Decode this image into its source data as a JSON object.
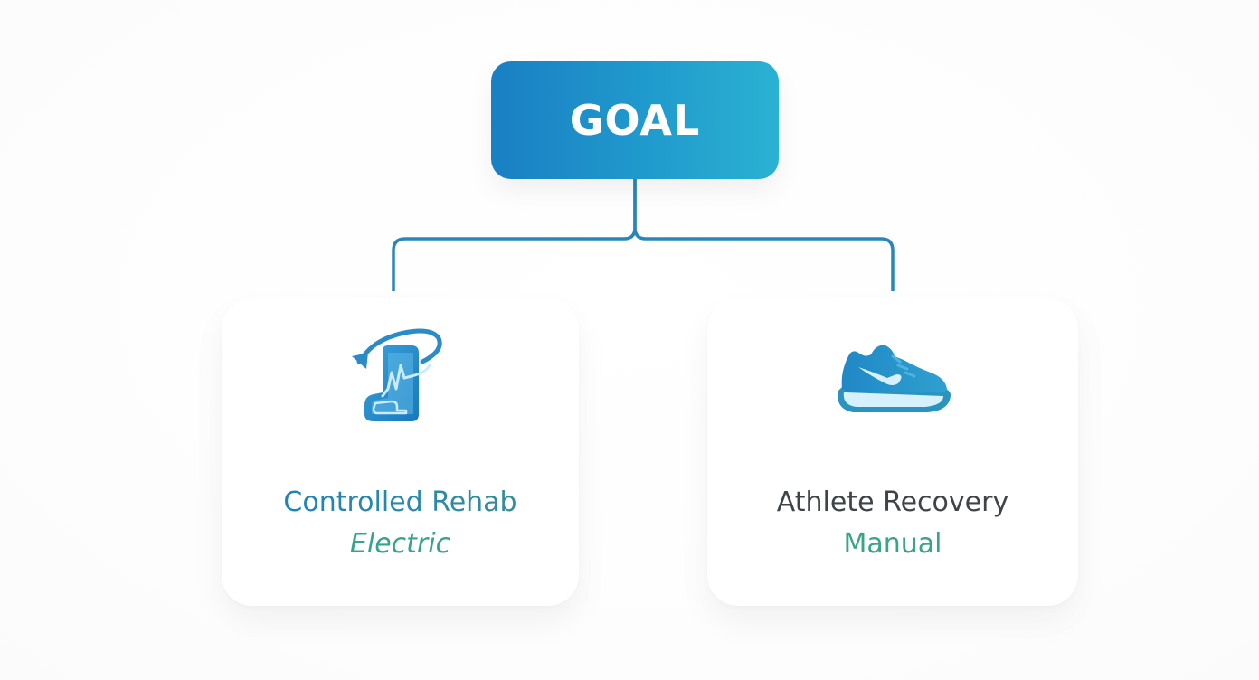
{
  "diagram": {
    "root": {
      "label": "GOAL",
      "gradient_start": "#1a7fc3",
      "gradient_end": "#2ab2d2"
    },
    "connector_color": "#2a86b8",
    "branches": [
      {
        "title": "Controlled Rehab",
        "subtitle": "Electric",
        "icon": "rehab-device-icon",
        "title_color": "#1b7fc0",
        "subtitle_color": "#36a392"
      },
      {
        "title": "Athlete Recovery",
        "subtitle": "Manual",
        "icon": "running-shoe-icon",
        "title_color": "#3f4448",
        "subtitle_color": "#3aa38a"
      }
    ]
  }
}
